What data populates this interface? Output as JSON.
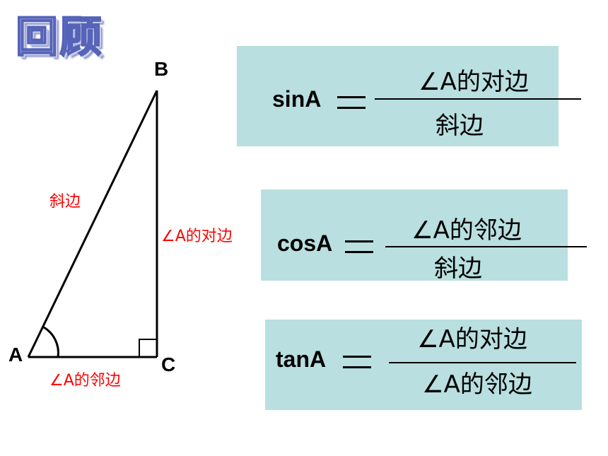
{
  "title": "回顾",
  "triangle": {
    "vertices": {
      "a": "A",
      "b": "B",
      "c": "C"
    },
    "sides": {
      "hypotenuse": "斜边",
      "opposite": "∠A的对边",
      "adjacent": "∠A的邻边"
    },
    "colors": {
      "edges": "#000000",
      "side_labels": "#ff0000"
    }
  },
  "formulas": [
    {
      "name": "sinA",
      "numerator": "∠A的对边",
      "denominator": "斜边"
    },
    {
      "name": "cosA",
      "numerator": "∠A的邻边",
      "denominator": "斜边"
    },
    {
      "name": "tanA",
      "numerator": "∠A的对边",
      "denominator": "∠A的邻边"
    }
  ],
  "colors": {
    "box_background": "#b9dfe0",
    "title_fill": "#a9b3e3",
    "title_outline": "#5563b8"
  }
}
